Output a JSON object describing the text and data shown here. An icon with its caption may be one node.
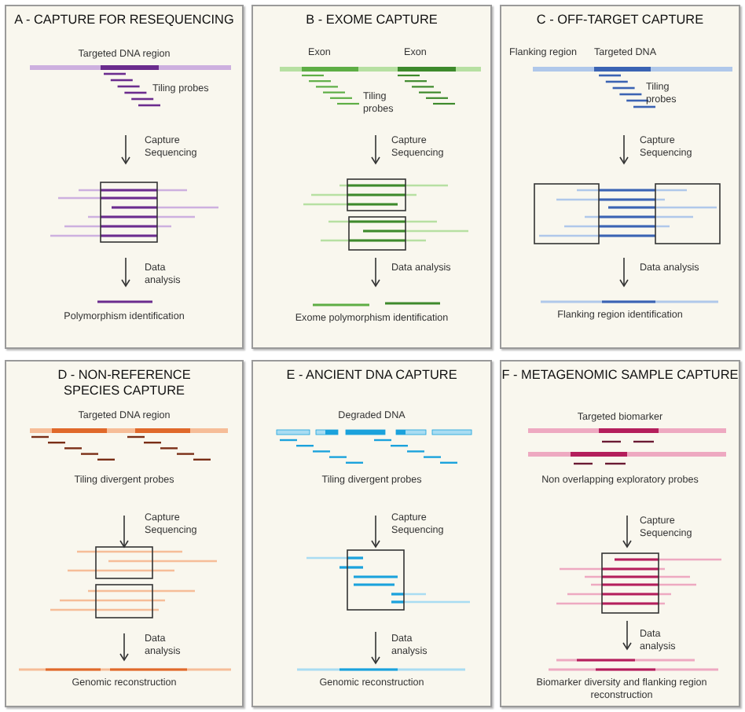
{
  "diagram": {
    "nodes": [
      {
        "text": [
          "A - CAPTURE FOR RESEQUENCING",
          "Targeted DNA region",
          "Tiling probes",
          "Capture Sequencing",
          "Data analysis",
          "Polymorphism identification"
        ]
      },
      {
        "text": [
          "B - EXOME CAPTURE",
          "Exon",
          "Exon",
          "Tiling probes",
          "Capture Sequencing",
          "Data analysis",
          "Exome polymorphism identification"
        ]
      },
      {
        "text": [
          "C - OFF-TARGET CAPTURE",
          "Flanking region",
          "Targeted DNA",
          "Tiling probes",
          "Capture Sequencing",
          "Data analysis",
          "Flanking region identification"
        ]
      },
      {
        "text": [
          "D - NON-REFERENCE SPECIES CAPTURE",
          "Targeted DNA region",
          "Tiling divergent probes",
          "Capture Sequencing",
          "Data analysis",
          "Genomic reconstruction"
        ]
      },
      {
        "text": [
          "E - ANCIENT DNA CAPTURE",
          "Degraded DNA",
          "Tiling divergent probes",
          "Capture Sequencing",
          "Data analysis",
          "Genomic reconstruction"
        ]
      },
      {
        "text": [
          "F - METAGENOMIC SAMPLE CAPTURE",
          "Targeted biomarker",
          "Non overlapping exploratory probes",
          "Capture Sequencing",
          "Data analysis",
          "Biomarker diversity and flanking region reconstruction"
        ]
      }
    ]
  }
}
